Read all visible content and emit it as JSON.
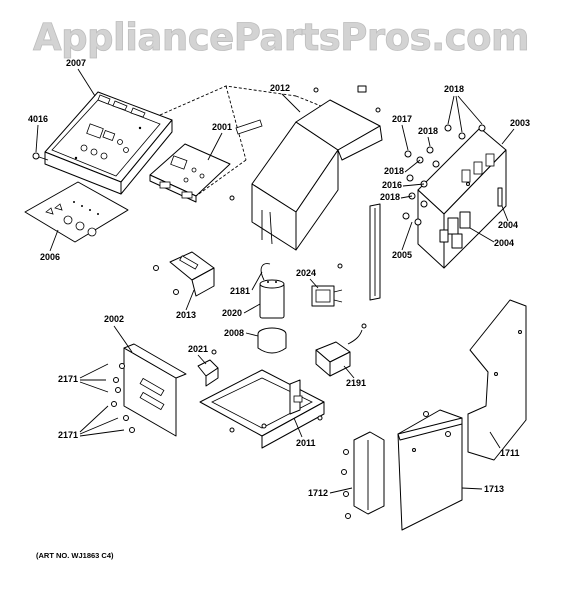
{
  "watermark": "AppliancePartsPros.com",
  "art_number": "(ART NO. WJ1863 C4)",
  "callouts": {
    "c2007": "2007",
    "c4016": "4016",
    "c2001": "2001",
    "c2012": "2012",
    "c2018_top": "2018",
    "c2017": "2017",
    "c2018_b": "2018",
    "c2003": "2003",
    "c2018_c": "2018",
    "c2016": "2016",
    "c2018_d": "2018",
    "c2004_a": "2004",
    "c2004_b": "2004",
    "c2005": "2005",
    "c2006": "2006",
    "c2024": "2024",
    "c2181": "2181",
    "c2020": "2020",
    "c2013": "2013",
    "c2008": "2008",
    "c2021": "2021",
    "c2002": "2002",
    "c2191": "2191",
    "c2171_a": "2171",
    "c2171_b": "2171",
    "c2011": "2011",
    "c1711": "1711",
    "c1712": "1712",
    "c1713": "1713"
  }
}
